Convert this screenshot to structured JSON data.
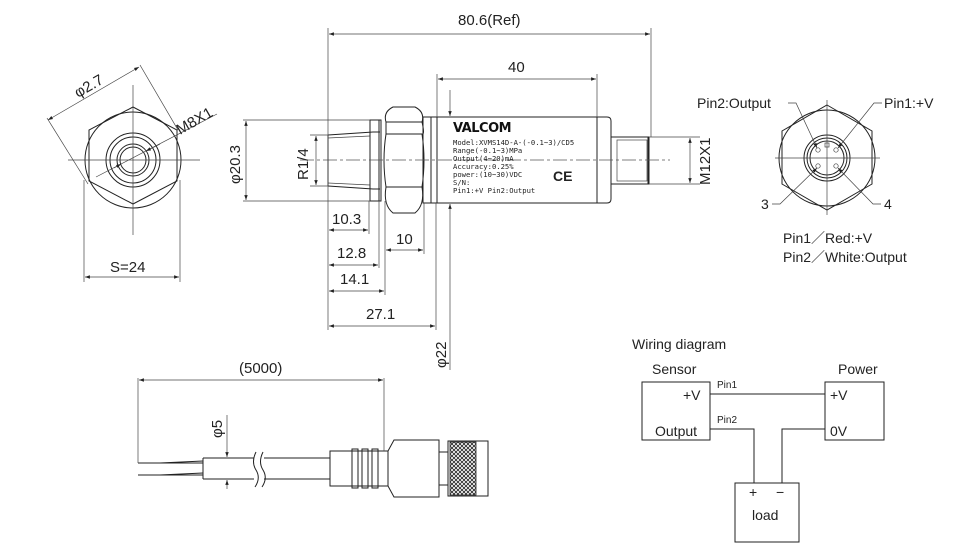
{
  "drawing": {
    "front_view": {
      "dim_diagonal": "φ2.7",
      "dim_thread": "M8X1",
      "dim_hex": "S=24"
    },
    "side_view": {
      "overall_length": "80.6(Ref)",
      "body_length": "40",
      "dim_dia_hex": "φ20.3",
      "dim_thread_r": "R1/4",
      "dim_thread_m": "M12X1",
      "dim_dia_body": "φ22",
      "length_dims": [
        "10.3",
        "12.8",
        "14.1",
        "27.1"
      ],
      "dim_hex_width": "10",
      "label": {
        "brand": "VALCOM",
        "lines": [
          "Model:XVMS14D-A-(-0.1~3)/CD5",
          "Range(-0.1~3)MPa",
          "Output(4~20)mA",
          "Accuracy:0.25%",
          "power:(10~30)VDC",
          "S/N:",
          "Pin1:+V    Pin2:Output"
        ],
        "ce_mark": "CE"
      }
    },
    "connector_view": {
      "pin2_label": "Pin2:Output",
      "pin1_label": "Pin1:+V",
      "pin3_label": "3",
      "pin4_label": "4",
      "legend": [
        "Pin1／Red:+V",
        "Pin2／White:Output"
      ]
    },
    "cable_view": {
      "length": "(5000)",
      "diameter": "φ5"
    },
    "wiring": {
      "title": "Wiring diagram",
      "sensor": {
        "title": "Sensor",
        "plus_v": "+V",
        "output": "Output"
      },
      "power": {
        "title": "Power",
        "plus_v": "+V",
        "zero_v": "0V"
      },
      "pin1": "Pin1",
      "pin2": "Pin2",
      "load": {
        "label": "load",
        "plus": "+",
        "minus": "−"
      }
    }
  }
}
